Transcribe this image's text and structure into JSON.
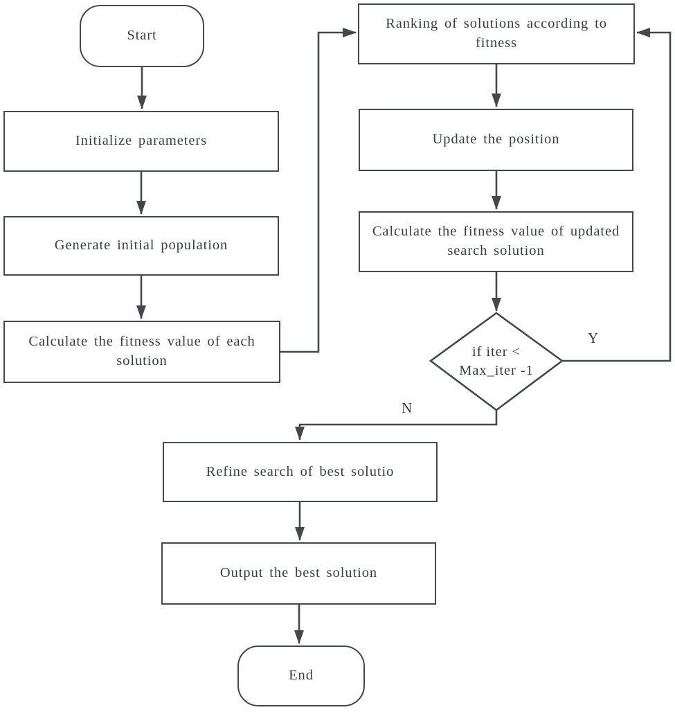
{
  "diagram": {
    "type": "flowchart",
    "colors": {
      "line": "#44474b",
      "node_fill": "#ffffff",
      "text": "#3a3d40",
      "background": "#ffffff"
    },
    "nodes": {
      "start": {
        "type": "terminator",
        "label": "Start"
      },
      "initialize": {
        "type": "process",
        "label": "Initialize parameters"
      },
      "generate": {
        "type": "process",
        "label": "Generate initial population"
      },
      "calc_each": {
        "type": "process",
        "label": "Calculate the fitness value of each solution"
      },
      "ranking": {
        "type": "process",
        "label": "Ranking of solutions according to fitness"
      },
      "update": {
        "type": "process",
        "label": "Update the position"
      },
      "calc_updated": {
        "type": "process",
        "label": "Calculate the fitness value of updated search solution"
      },
      "decision": {
        "type": "decision",
        "line1": "if iter <",
        "line2": "Max_iter -1"
      },
      "refine": {
        "type": "process",
        "label": "Refine search of best solutio"
      },
      "output": {
        "type": "process",
        "label": "Output the best solution"
      },
      "end": {
        "type": "terminator",
        "label": "End"
      }
    },
    "edge_labels": {
      "yes": "Y",
      "no": "N"
    }
  }
}
